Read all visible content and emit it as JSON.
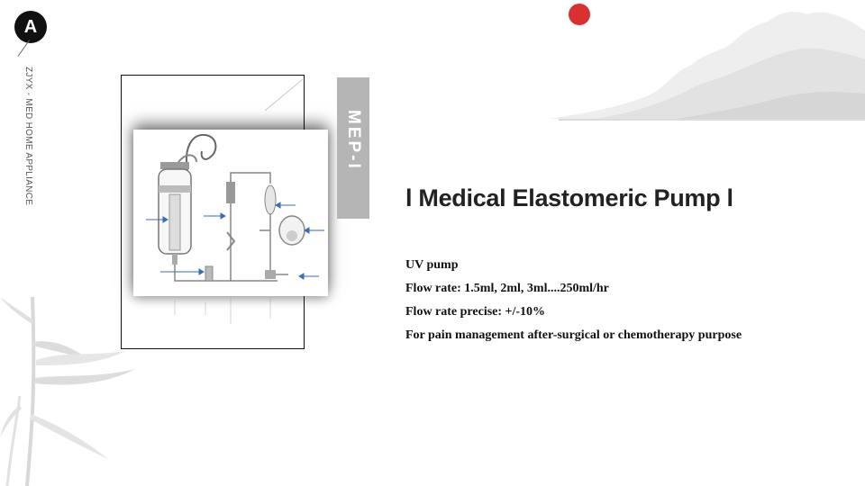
{
  "badge": {
    "letter": "A"
  },
  "brand": {
    "vertical_text": "ZJYX - MED HOME APPLIANCE"
  },
  "model_tab": {
    "label": "MEP-I"
  },
  "product": {
    "title": "l Medical Elastomeric Pump l",
    "specs": [
      "UV pump",
      "Flow rate: 1.5ml, 2ml, 3ml....250ml/hr",
      "Flow rate precise: +/-10%",
      "For pain management after-surgical or chemotherapy purpose"
    ]
  },
  "colors": {
    "accent_red": "#d93030",
    "tab_gray": "#b5b5b5",
    "badge_black": "#111111",
    "arrow_blue": "#3a6db5"
  },
  "icons": {
    "decor_sun": "red-dot",
    "decor_landscape": "ink-mountains",
    "decor_plant": "ink-bamboo"
  }
}
